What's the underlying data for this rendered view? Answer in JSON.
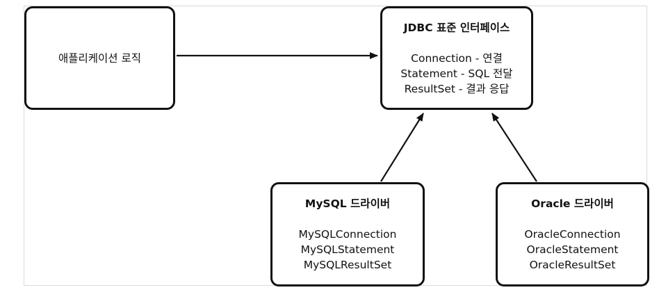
{
  "app_box": {
    "label": "애플리케이션 로직"
  },
  "jdbc_box": {
    "title": "JDBC 표준 인터페이스",
    "lines": [
      "Connection - 연결",
      "Statement - SQL 전달",
      "ResultSet - 결과 응답"
    ]
  },
  "mysql_box": {
    "title": "MySQL 드라이버",
    "lines": [
      "MySQLConnection",
      "MySQLStatement",
      "MySQLResultSet"
    ]
  },
  "oracle_box": {
    "title": "Oracle 드라이버",
    "lines": [
      "OracleConnection",
      "OracleStatement",
      "OracleResultSet"
    ]
  }
}
